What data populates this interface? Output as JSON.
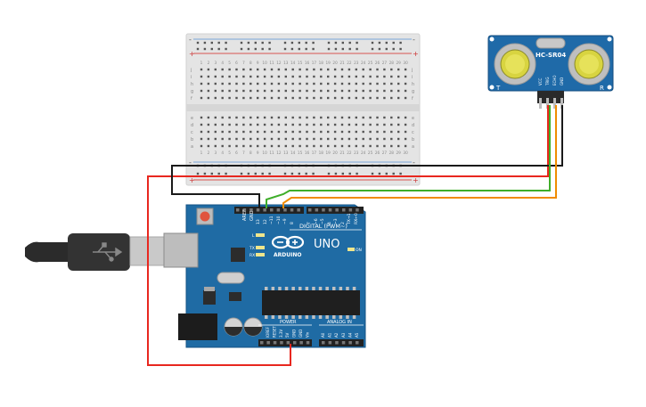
{
  "breadboard": {
    "row_letters_top": [
      "j",
      "i",
      "h",
      "g",
      "f"
    ],
    "row_letters_bottom": [
      "e",
      "d",
      "c",
      "b",
      "a"
    ],
    "column_numbers": [
      "1",
      "2",
      "3",
      "4",
      "5",
      "6",
      "7",
      "8",
      "9",
      "10",
      "11",
      "12",
      "13",
      "14",
      "15",
      "16",
      "17",
      "18",
      "19",
      "20",
      "21",
      "22",
      "23",
      "24",
      "25",
      "26",
      "27",
      "28",
      "29",
      "30"
    ],
    "rail_minus": "-",
    "rail_plus": "+"
  },
  "sensor": {
    "model": "HC-SR04",
    "pins": [
      "VCC",
      "TRIG",
      "ECHO",
      "GND"
    ],
    "left_mark": "T",
    "right_mark": "R"
  },
  "arduino": {
    "brand": "ARDUINO",
    "model": "UNO",
    "digital_label": "DIGITAL (PWM~)",
    "power_label": "POWER",
    "analog_label": "ANALOG IN",
    "on_label": "ON",
    "l_label": "L",
    "tx_label": "TX",
    "rx_label": "RX",
    "aref_label": "AREF",
    "gnd_label": "GND",
    "digital_pins": [
      "13",
      "12",
      "~11",
      "~10",
      "~9",
      "8",
      "7",
      "~6",
      "~5",
      "4",
      "~3",
      "2",
      "TX→1",
      "RX←0"
    ],
    "power_pins": [
      "IOREF",
      "RESET",
      "3.3V",
      "5V",
      "GND",
      "GND",
      "Vin"
    ],
    "analog_pins": [
      "A0",
      "A1",
      "A2",
      "A3",
      "A4",
      "A5"
    ]
  },
  "wires": [
    {
      "name": "5V",
      "color": "#e8271f"
    },
    {
      "name": "GND",
      "color": "#1a1a1a"
    },
    {
      "name": "TRIG",
      "color": "#3fae2a"
    },
    {
      "name": "ECHO",
      "color": "#f08c00"
    }
  ],
  "colors": {
    "board": "#1f6ba4",
    "breadboard": "#e4e4e4",
    "sensor_board": "#1f6aa8",
    "usb_cable": "#2b2b2b"
  }
}
